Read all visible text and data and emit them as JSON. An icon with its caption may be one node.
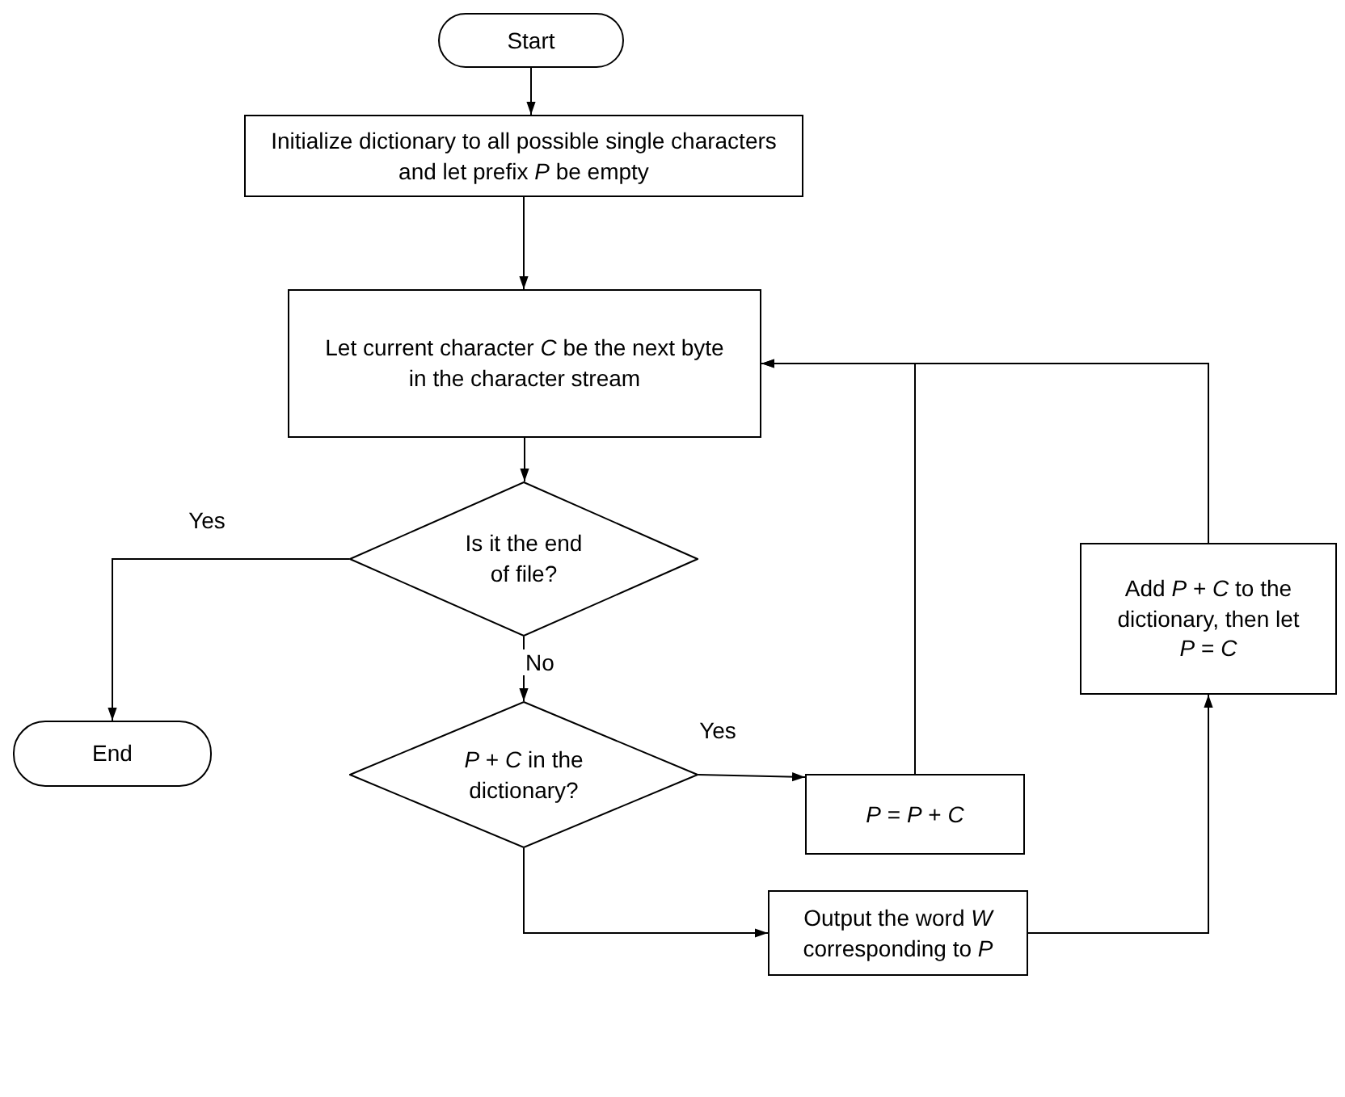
{
  "diagram": {
    "nodes": [
      {
        "text": [
          "Start"
        ]
      },
      {
        "text": [
          "Initialize dictionary to all possible single characters and let prefix *P* be empty"
        ]
      },
      {
        "text": [
          "Let current character *C* be the next byte in the character stream"
        ]
      },
      {
        "text": [
          "Is it the end of file?"
        ]
      },
      {
        "text": [
          "End"
        ]
      },
      {
        "text": [
          "*P* + *C* in the dictionary?"
        ]
      },
      {
        "text": [
          "*P* = *P* + *C*"
        ]
      },
      {
        "text": [
          "Output the word *W* corresponding to *P*"
        ]
      },
      {
        "text": [
          "Add *P* + *C* to the dictionary, then let *P* = *C*"
        ]
      }
    ],
    "edges": [
      {
        "from": 0,
        "to": 1,
        "arrow": "to"
      },
      {
        "from": 1,
        "to": 2,
        "arrow": "to"
      },
      {
        "from": 2,
        "to": 3,
        "arrow": "to"
      },
      {
        "from": 3,
        "to": 4,
        "arrow": "to",
        "label": "Yes"
      },
      {
        "from": 3,
        "to": 5,
        "arrow": "to",
        "label": "No"
      },
      {
        "from": 5,
        "to": 6,
        "arrow": "to",
        "label": "Yes"
      },
      {
        "from": 5,
        "to": 7,
        "arrow": "to"
      },
      {
        "from": 7,
        "to": 8,
        "arrow": "to"
      },
      {
        "from": 8,
        "to": 2,
        "arrow": "to"
      },
      {
        "from": 6,
        "to": 2,
        "arrow": "to"
      }
    ]
  }
}
